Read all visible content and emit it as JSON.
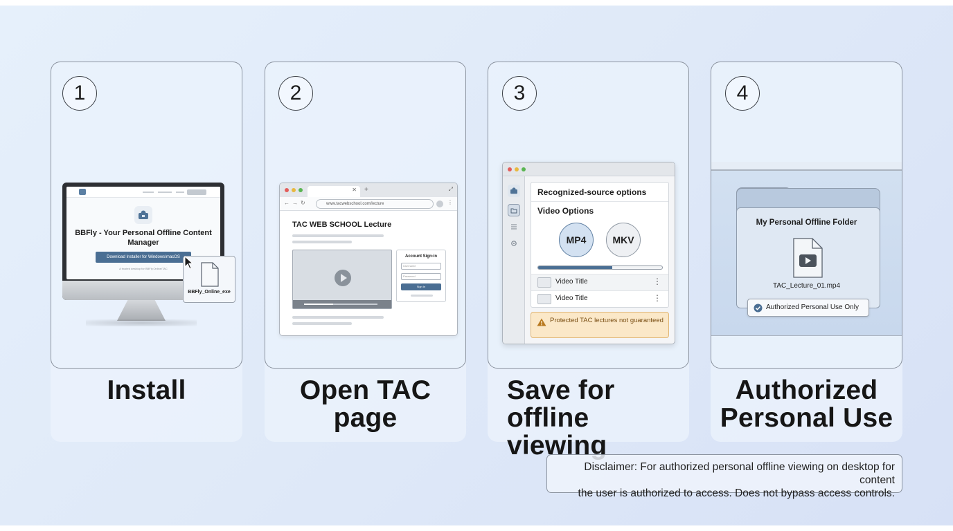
{
  "steps": [
    {
      "number": "1",
      "title": "Install",
      "screen": {
        "title": "BBFly - Your Personal Offline Content Manager",
        "download_button": "Download Installer for Windows/macOS",
        "fine_print": "A trusted desktop for BBFly.Online/TAC"
      },
      "file_label": "BBFly_Online_exe"
    },
    {
      "number": "2",
      "title": "Open TAC page",
      "browser": {
        "url": "www.tacwebschool.com/lecture",
        "heading": "TAC WEB SCHOOL Lecture",
        "signin_title": "Account Sign-in",
        "username_placeholder": "Username",
        "password_placeholder": "Password",
        "signin_button": "Sign In",
        "video_progress": 0.4
      }
    },
    {
      "number": "3",
      "title": "Save for offline viewing",
      "app": {
        "panel_title": "Recognized-source options",
        "subtitle": "Video Options",
        "formats": [
          "MP4",
          "MKV"
        ],
        "progress": 0.6,
        "rows": [
          "Video Title",
          "Video Title"
        ],
        "warning": "Protected TAC lectures not guaranteed"
      }
    },
    {
      "number": "4",
      "title": "Authorized Personal Use",
      "folder": {
        "title": "My Personal Offline Folder",
        "file_name": "TAC_Lecture_01.mp4",
        "badge": "Authorized Personal Use Only"
      }
    }
  ],
  "disclaimer_line1": "Disclaimer: For authorized personal offline viewing on desktop for content",
  "disclaimer_line2": "the user is authorized to access. Does not bypass access controls.",
  "colors": {
    "accent": "#4a6e93",
    "warning_bg": "#fbe8c8",
    "warning_text": "#7a4f14",
    "traffic_red": "#e35d5b",
    "traffic_yellow": "#e8b83f",
    "traffic_green": "#5ab552"
  }
}
